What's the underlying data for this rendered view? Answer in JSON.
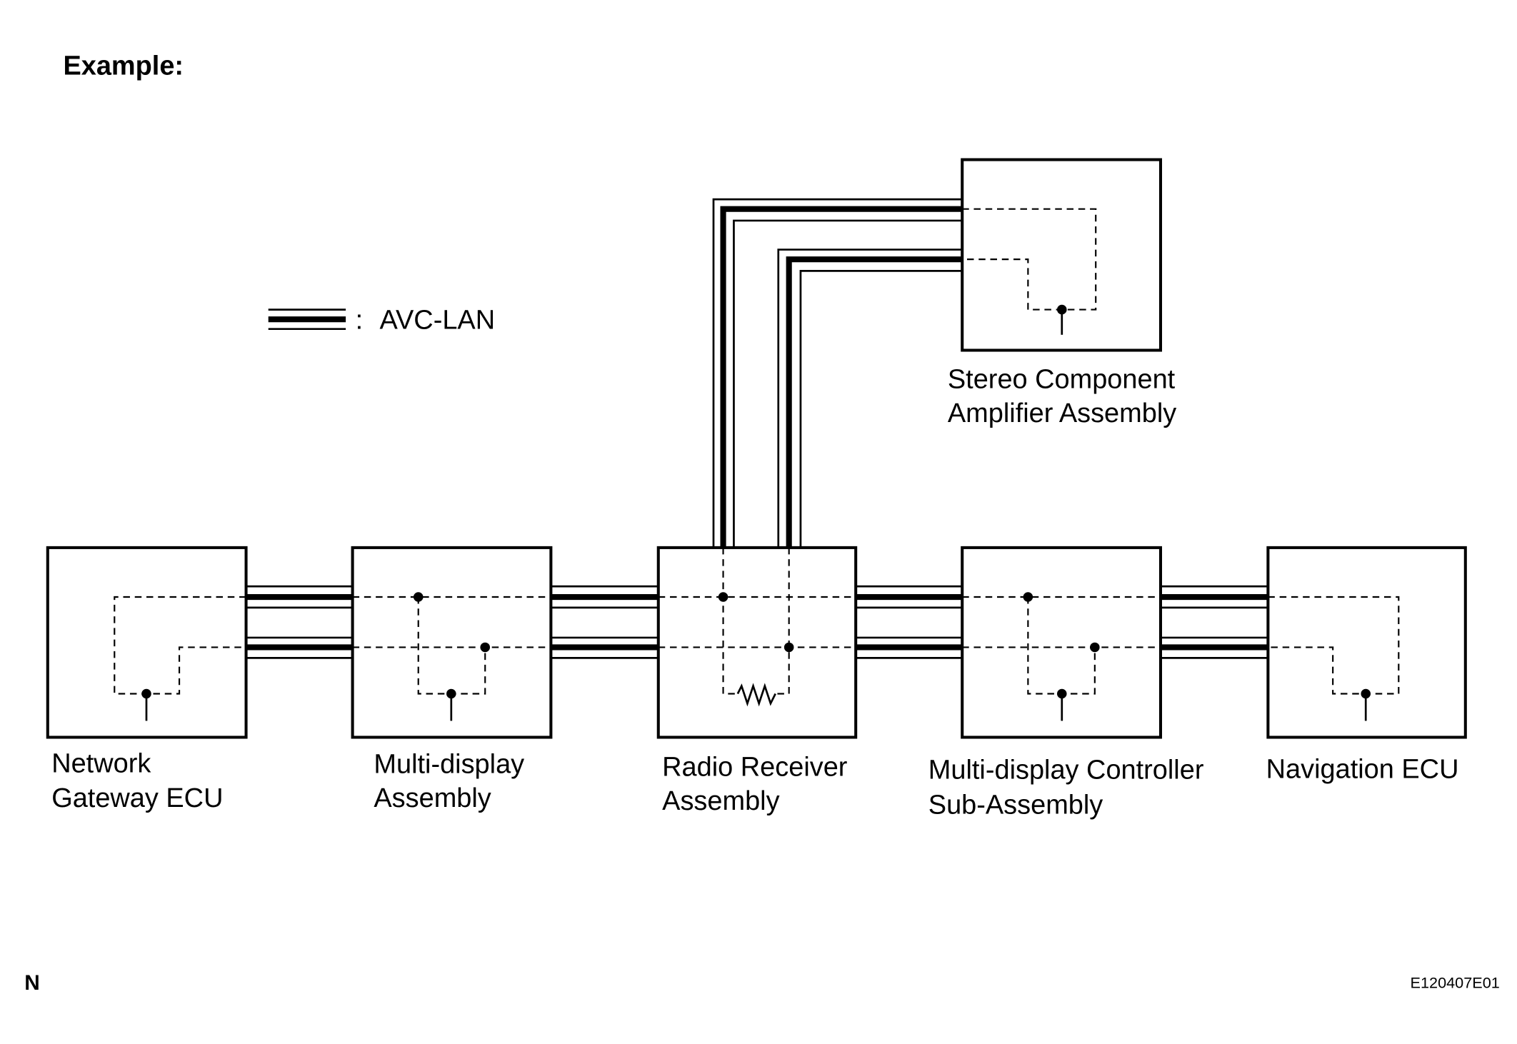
{
  "header": {
    "title": "Example:"
  },
  "legend": {
    "separator": ":",
    "label": "AVC-LAN"
  },
  "components": {
    "network_gateway_ecu": {
      "line1": "Network",
      "line2": "Gateway ECU"
    },
    "multi_display_assembly": {
      "line1": "Multi-display",
      "line2": "Assembly"
    },
    "radio_receiver_assembly": {
      "line1": "Radio Receiver",
      "line2": "Assembly"
    },
    "multi_display_controller": {
      "line1": "Multi-display Controller",
      "line2": "Sub-Assembly"
    },
    "navigation_ecu": {
      "line1": "Navigation ECU"
    },
    "stereo_component_amplifier": {
      "line1": "Stereo Component",
      "line2": "Amplifier Assembly"
    }
  },
  "footer": {
    "corner_mark": "N",
    "figure_id": "E120407E01"
  }
}
